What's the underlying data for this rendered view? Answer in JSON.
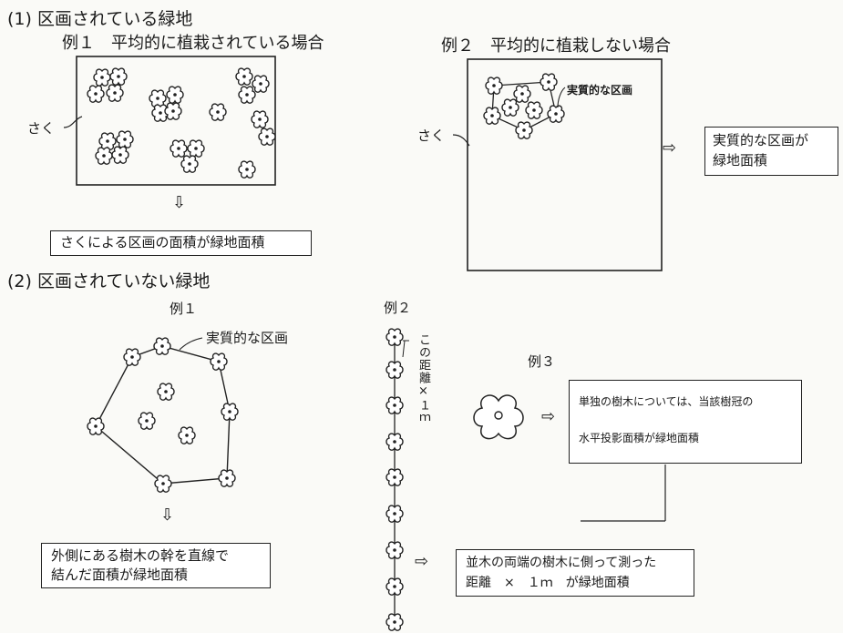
{
  "section1": {
    "heading": "(1)  区画されている緑地",
    "example1_title": "例１　平均的に植栽されている場合",
    "example2_title": "例２　平均的に植栽しない場合",
    "fence_label_1": "さく",
    "fence_label_2": "さく",
    "effective_zone_label": "実質的な区画",
    "arrow_down": "⇩",
    "result_box_1": "さくによる区画の面積が緑地面積",
    "arrow_right": "⇨",
    "result_box_2_line1": "実質的な区画が",
    "result_box_2_line2": "緑地面積"
  },
  "section2": {
    "heading": "(2)  区画されていない緑地",
    "example1_title": "例１",
    "effective_zone_label": "実質的な区画",
    "arrow_down": "⇩",
    "result_box_1_line1": "外側にある樹木の幹を直線で",
    "result_box_1_line2": "結んだ面積が緑地面積",
    "example2_title": "例２",
    "distance_label": "この距離×１ｍ",
    "arrow_right_2": "⇨",
    "result_box_2_line1": "並木の両端の樹木に側って測った",
    "result_box_2_line2": "距離　×　１ｍ　が緑地面積",
    "example3_title": "例３",
    "arrow_right_3": "⇨",
    "result_box_3_line1": "単独の樹木については、当該樹冠の",
    "result_box_3_line2": "水平投影面積が緑地面積"
  }
}
